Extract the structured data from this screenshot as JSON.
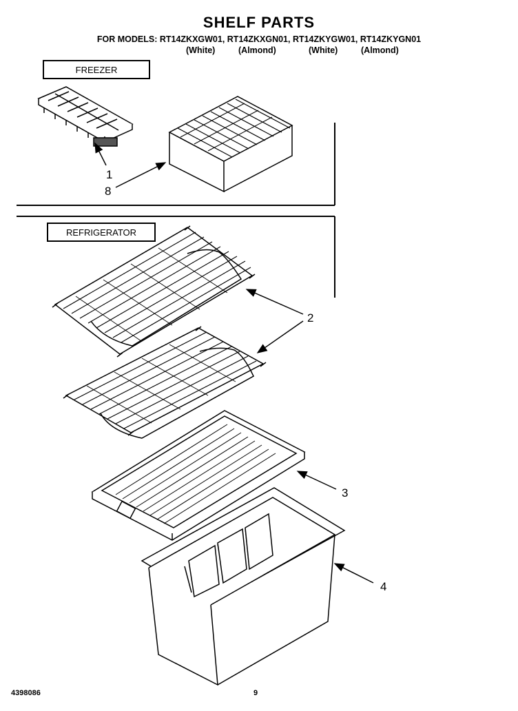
{
  "header": {
    "title": "SHELF PARTS",
    "models_line": "FOR MODELS: RT14ZKXGW01, RT14ZKXGN01, RT14ZKYGW01, RT14ZKYGN01",
    "colors": [
      "(White)",
      "(Almond)",
      "(White)",
      "(Almond)"
    ]
  },
  "sections": {
    "freezer": "FREEZER",
    "refrigerator": "REFRIGERATOR"
  },
  "callouts": {
    "ice_tray": "1",
    "freezer_shelf": "8",
    "wire_shelf": "2",
    "crisper_cover": "3",
    "crisper_pan": "4"
  },
  "footer": {
    "doc_number": "4398086",
    "page": "9"
  }
}
